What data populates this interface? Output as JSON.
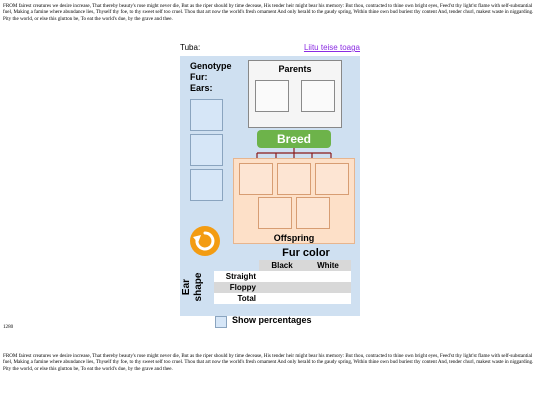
{
  "document": {
    "paragraph_top": "FROM fairest creatures we desire increase, That thereby beauty's rose might never die, But as the riper should by time decease, His tender heir might bear his memory: But thou, contracted to thine own bright eyes, Feed'st thy light'st flame with self-substantial fuel, Making a famine where abundance lies, Thyself thy foe, to thy sweet self too cruel. Thou that art now the world's fresh ornament And only herald to the gaudy spring, Within thine own bud buriest thy content And, tender churl, makest waste in niggarding. Pity the world, or else this glutton be, To eat the world's due, by the grave and thee.",
    "page_number": "1280",
    "paragraph_bottom": "FROM fairest creatures we desire increase, That thereby beauty's rose might never die, But as the riper should by time decease, His tender heir might bear his memory: But thou, contracted to thine own bright eyes, Feed'st thy light'st flame with self-substantial fuel, Making a famine where abundance lies, Thyself thy foe, to thy sweet self too cruel. Thou that art now the world's fresh ornament And only herald to the gaudy spring, Within thine own bud buriest thy content And, tender churl, makest waste in niggarding. Pity the world, or else this glutton be, To eat the world's due, by the grave and thee."
  },
  "app": {
    "header_label": "Tuba:",
    "header_link": "Liitu teise toaga",
    "genotype_label": "Genotype",
    "fur_label": "Fur:",
    "ears_label": "Ears:",
    "parents_label": "Parents",
    "breed_label": "Breed",
    "offspring_label": "Offspring",
    "reset_icon": "rotate-arrow-icon",
    "table": {
      "col_title": "Fur color",
      "row_title": "Ear shape",
      "columns": [
        "Black",
        "White"
      ],
      "rows": [
        {
          "label": "Straight",
          "values": [
            "",
            ""
          ]
        },
        {
          "label": "Floppy",
          "values": [
            "",
            ""
          ]
        },
        {
          "label": "Total",
          "values": [
            "",
            ""
          ]
        }
      ]
    },
    "show_percentages_label": "Show percentages",
    "colors": {
      "panel": "#cfe0f1",
      "breed": "#6db34a",
      "offspring": "#fde0c8",
      "reset": "#f39c12",
      "connector": "#8b1a1a",
      "link": "#8a2be2"
    }
  }
}
